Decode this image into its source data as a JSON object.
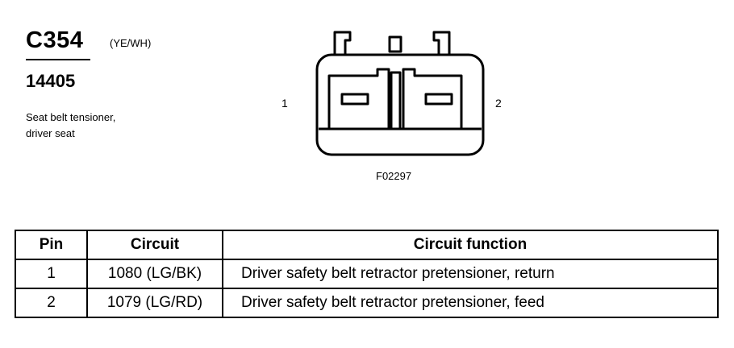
{
  "header": {
    "connector_id": "C354",
    "wire_color": "(YE/WH)",
    "part_number": "14405",
    "description_line1": "Seat belt tensioner,",
    "description_line2": "driver seat"
  },
  "diagram": {
    "pin_left_label": "1",
    "pin_right_label": "2",
    "figure_id": "F02297"
  },
  "table": {
    "headers": {
      "pin": "Pin",
      "circuit": "Circuit",
      "function": "Circuit function"
    },
    "rows": [
      {
        "pin": "1",
        "circuit": "1080 (LG/BK)",
        "function": "Driver safety belt retractor pretensioner, return"
      },
      {
        "pin": "2",
        "circuit": "1079 (LG/RD)",
        "function": "Driver safety belt retractor pretensioner, feed"
      }
    ]
  }
}
